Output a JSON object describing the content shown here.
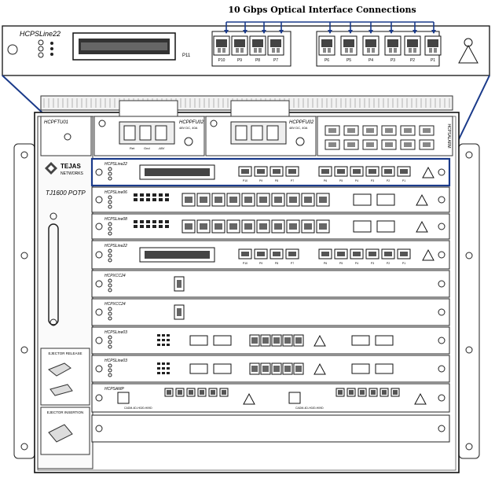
{
  "title": "10 Gbps Optical Interface Connections",
  "zoom_card": {
    "name": "HCPSLine22",
    "port_labels": [
      "P10",
      "P9",
      "P8",
      "P7",
      "P6",
      "P5",
      "P4",
      "P3",
      "P2",
      "P1"
    ],
    "connector_label": "P11"
  },
  "chassis": {
    "brand_line1": "TEJAS",
    "brand_line2": "NETWORKS",
    "model": "TJ1600 POTP",
    "fan_unit_label": "HCPFTU01",
    "power_unit_labels": [
      "HCPPFU02",
      "HCPPFU02"
    ],
    "power_unit_rating": "48V DC, 40A",
    "power_switch_labels": [
      "Ret",
      "Gnd",
      "-48V"
    ],
    "alarm_card_label": "HCPSALARM",
    "ejector_release": "EJECTOR RELEASE",
    "ejector_insertion": "EJECTOR INSERTION",
    "cards": [
      {
        "name": "HCPSLine22",
        "kind": "line22"
      },
      {
        "name": "HCPSLine06",
        "kind": "line06"
      },
      {
        "name": "HCPSLine08",
        "kind": "line08"
      },
      {
        "name": "HCPSLine22",
        "kind": "line22"
      },
      {
        "name": "HCPXCC24",
        "kind": "xcc"
      },
      {
        "name": "HCPXCC24",
        "kind": "xcc"
      },
      {
        "name": "HCPSLine03",
        "kind": "line03"
      },
      {
        "name": "HCPSLine03",
        "kind": "line03"
      },
      {
        "name": "HCPSAMP",
        "kind": "amp"
      },
      {
        "name": "",
        "kind": "blank"
      }
    ],
    "card_port_labels": [
      "P10",
      "P9",
      "P8",
      "P7",
      "P6",
      "P5",
      "P4",
      "P3",
      "P2",
      "P1"
    ],
    "amp_labels": [
      "CADM-4D-H020-H09D",
      "CADM-4D-H020-H09D"
    ]
  }
}
